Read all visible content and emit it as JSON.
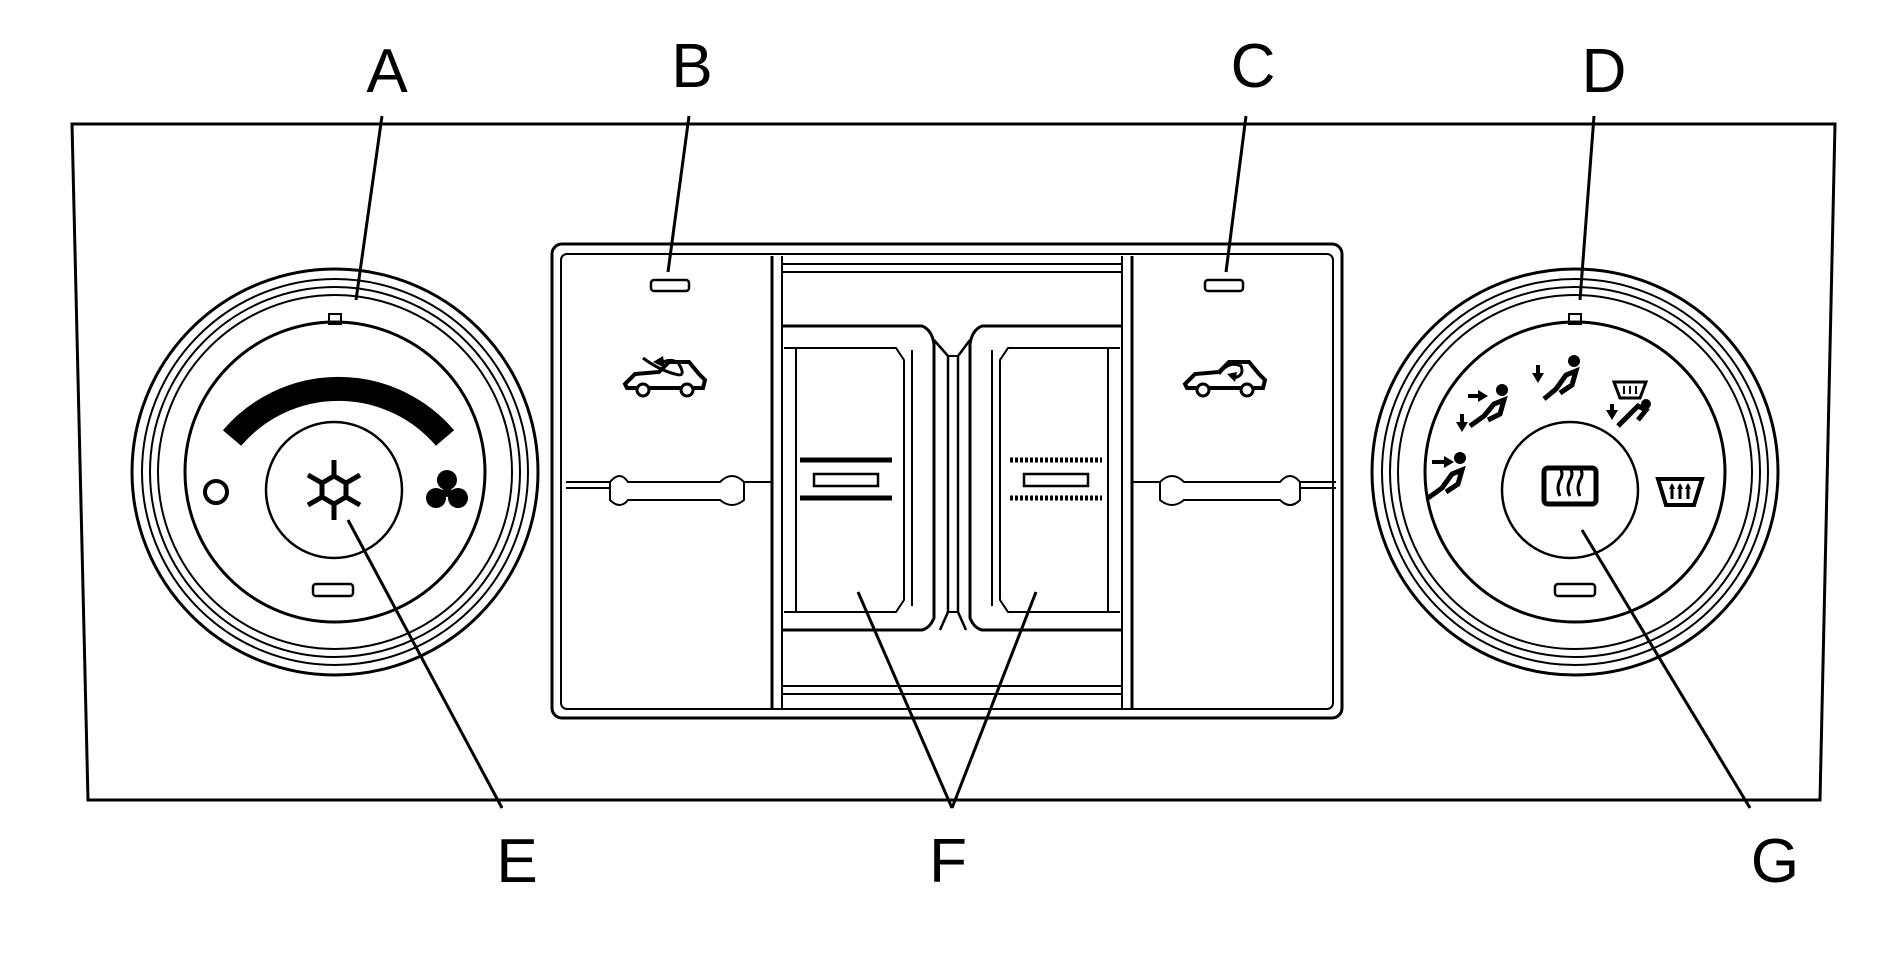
{
  "callouts": {
    "A": "A",
    "B": "B",
    "C": "C",
    "D": "D",
    "E": "E",
    "F": "F",
    "G": "G"
  },
  "icons": {
    "temp_cold": "circle-icon",
    "temp_ac": "snowflake-icon",
    "fan": "fan-icon",
    "recirc": "recirculation-icon",
    "outside_air": "outside-air-icon",
    "mode_vent": "vent-mode-icon",
    "mode_bilevel": "bilevel-mode-icon",
    "mode_floor": "floor-mode-icon",
    "mode_floor_defrost": "floor-defrost-mode-icon",
    "mode_defrost": "defrost-mode-icon",
    "rear_defog": "rear-defog-icon"
  },
  "colors": {
    "ink": "#000000",
    "paper": "#ffffff"
  }
}
